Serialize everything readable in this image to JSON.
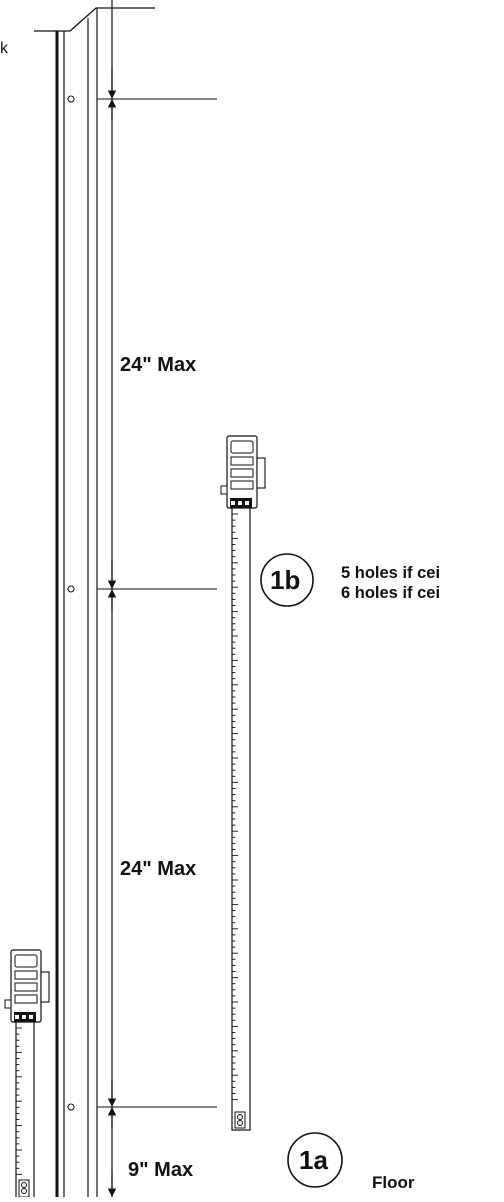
{
  "labels": {
    "dim_top": "24\" Max",
    "dim_middle": "24\" Max",
    "dim_bottom": "9\" Max",
    "step_1b": "1b",
    "step_1a": "1a",
    "note_line_1": "5 holes if cei",
    "note_line_2": "6 holes if cei",
    "floor": "Floor",
    "left_edge_fragment": "k"
  }
}
